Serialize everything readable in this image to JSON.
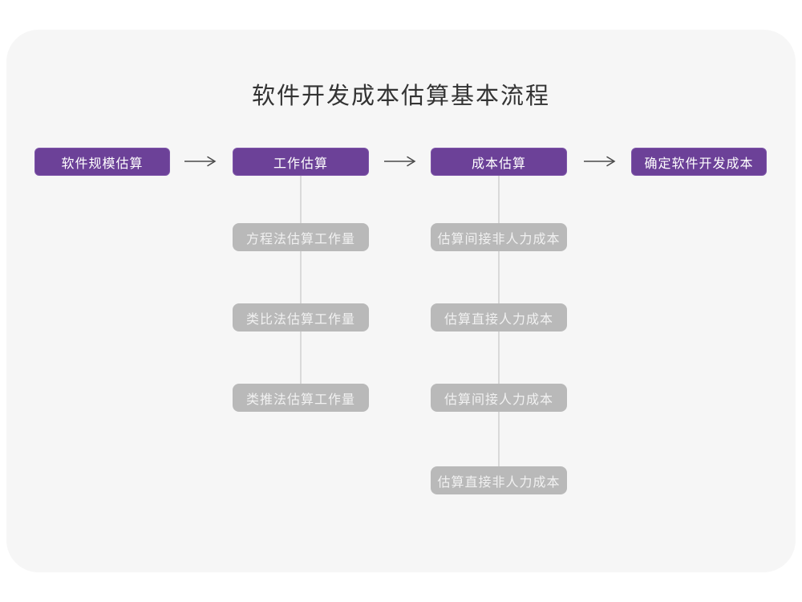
{
  "title": "软件开发成本估算基本流程",
  "colors": {
    "main_box_fill": "#6c4198",
    "main_box_border": "#7d55a8",
    "main_box_text": "#ffffff",
    "sub_box_fill": "#b9b9b9",
    "sub_box_text": "#f1f1f1",
    "connector_line": "#d9d9d9",
    "arrow": "#4a4a4a",
    "card_background": "#f6f6f6",
    "page_background": "#ffffff",
    "title_text": "#333333"
  },
  "flow": {
    "main_steps": [
      {
        "label": "软件规模估算"
      },
      {
        "label": "工作估算"
      },
      {
        "label": "成本估算"
      },
      {
        "label": "确定软件开发成本"
      }
    ],
    "work_substeps": [
      {
        "label": "方程法估算工作量"
      },
      {
        "label": "类比法估算工作量"
      },
      {
        "label": "类推法估算工作量"
      }
    ],
    "cost_substeps": [
      {
        "label": "估算间接非人力成本"
      },
      {
        "label": "估算直接人力成本"
      },
      {
        "label": "估算间接人力成本"
      },
      {
        "label": "估算直接非人力成本"
      }
    ]
  }
}
